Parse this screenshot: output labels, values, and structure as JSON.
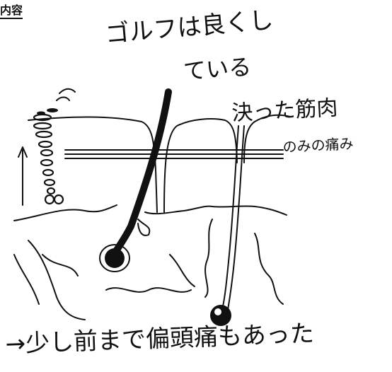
{
  "header_label": "内容",
  "notes": {
    "line1": "ゴルフは良くし",
    "line2": "ている",
    "line3": "決った筋肉",
    "line4": "のみの痛み",
    "bottom": "→少し前まで偏頭痛もあった"
  },
  "colors": {
    "ink": "#111111",
    "paper": "#ffffff"
  }
}
